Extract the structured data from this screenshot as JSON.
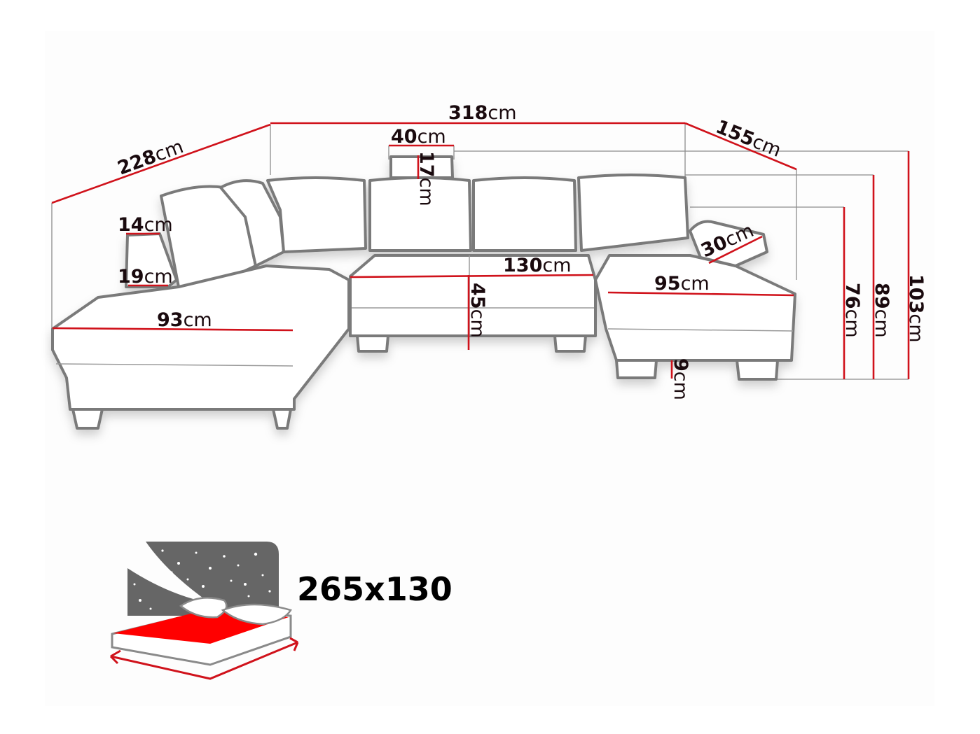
{
  "diagram": {
    "type": "furniture-dimension-drawing",
    "subject": "U-shaped corner sofa",
    "unit": "cm",
    "colors": {
      "dimension_line": "#d0121b",
      "outline": "#7a7a7a",
      "guide_line": "#8c8c8c",
      "text": "#1a0a0e",
      "bed_sheet": "#ff0000",
      "night_sky": "#666666"
    },
    "dimensions": {
      "total_width": {
        "value": "318",
        "unit": "cm"
      },
      "left_depth": {
        "value": "228",
        "unit": "cm"
      },
      "right_depth": {
        "value": "155",
        "unit": "cm"
      },
      "headrest_width": {
        "value": "40",
        "unit": "cm"
      },
      "headrest_height": {
        "value": "17",
        "unit": "cm"
      },
      "armrest_top_width": {
        "value": "14",
        "unit": "cm"
      },
      "armrest_bottom_width": {
        "value": "19",
        "unit": "cm"
      },
      "left_chaise_width": {
        "value": "93",
        "unit": "cm"
      },
      "middle_seat_width": {
        "value": "130",
        "unit": "cm"
      },
      "seat_height": {
        "value": "45",
        "unit": "cm"
      },
      "right_chaise_width": {
        "value": "95",
        "unit": "cm"
      },
      "side_cushion": {
        "value": "30",
        "unit": "cm"
      },
      "leg_height": {
        "value": "9",
        "unit": "cm"
      },
      "back_height": {
        "value": "76",
        "unit": "cm"
      },
      "height_with_cushion": {
        "value": "89",
        "unit": "cm"
      },
      "height_with_headrest": {
        "value": "103",
        "unit": "cm"
      }
    },
    "sleeping_area": {
      "icon": "bed-with-starry-night-icon",
      "label": "265x130"
    }
  }
}
